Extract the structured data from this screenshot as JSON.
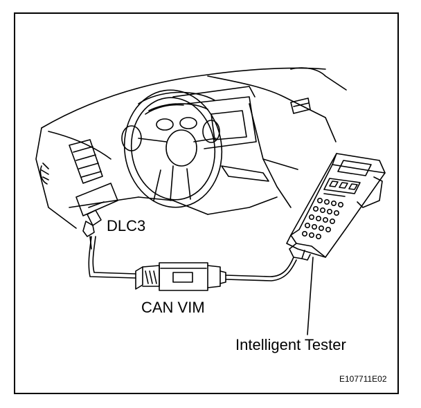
{
  "labels": {
    "dlc3": "DLC3",
    "can_vim": "CAN VIM",
    "tester": "Intelligent Tester",
    "figure_code": "E107711E02"
  },
  "colors": {
    "line": "#000000",
    "background": "#ffffff"
  }
}
